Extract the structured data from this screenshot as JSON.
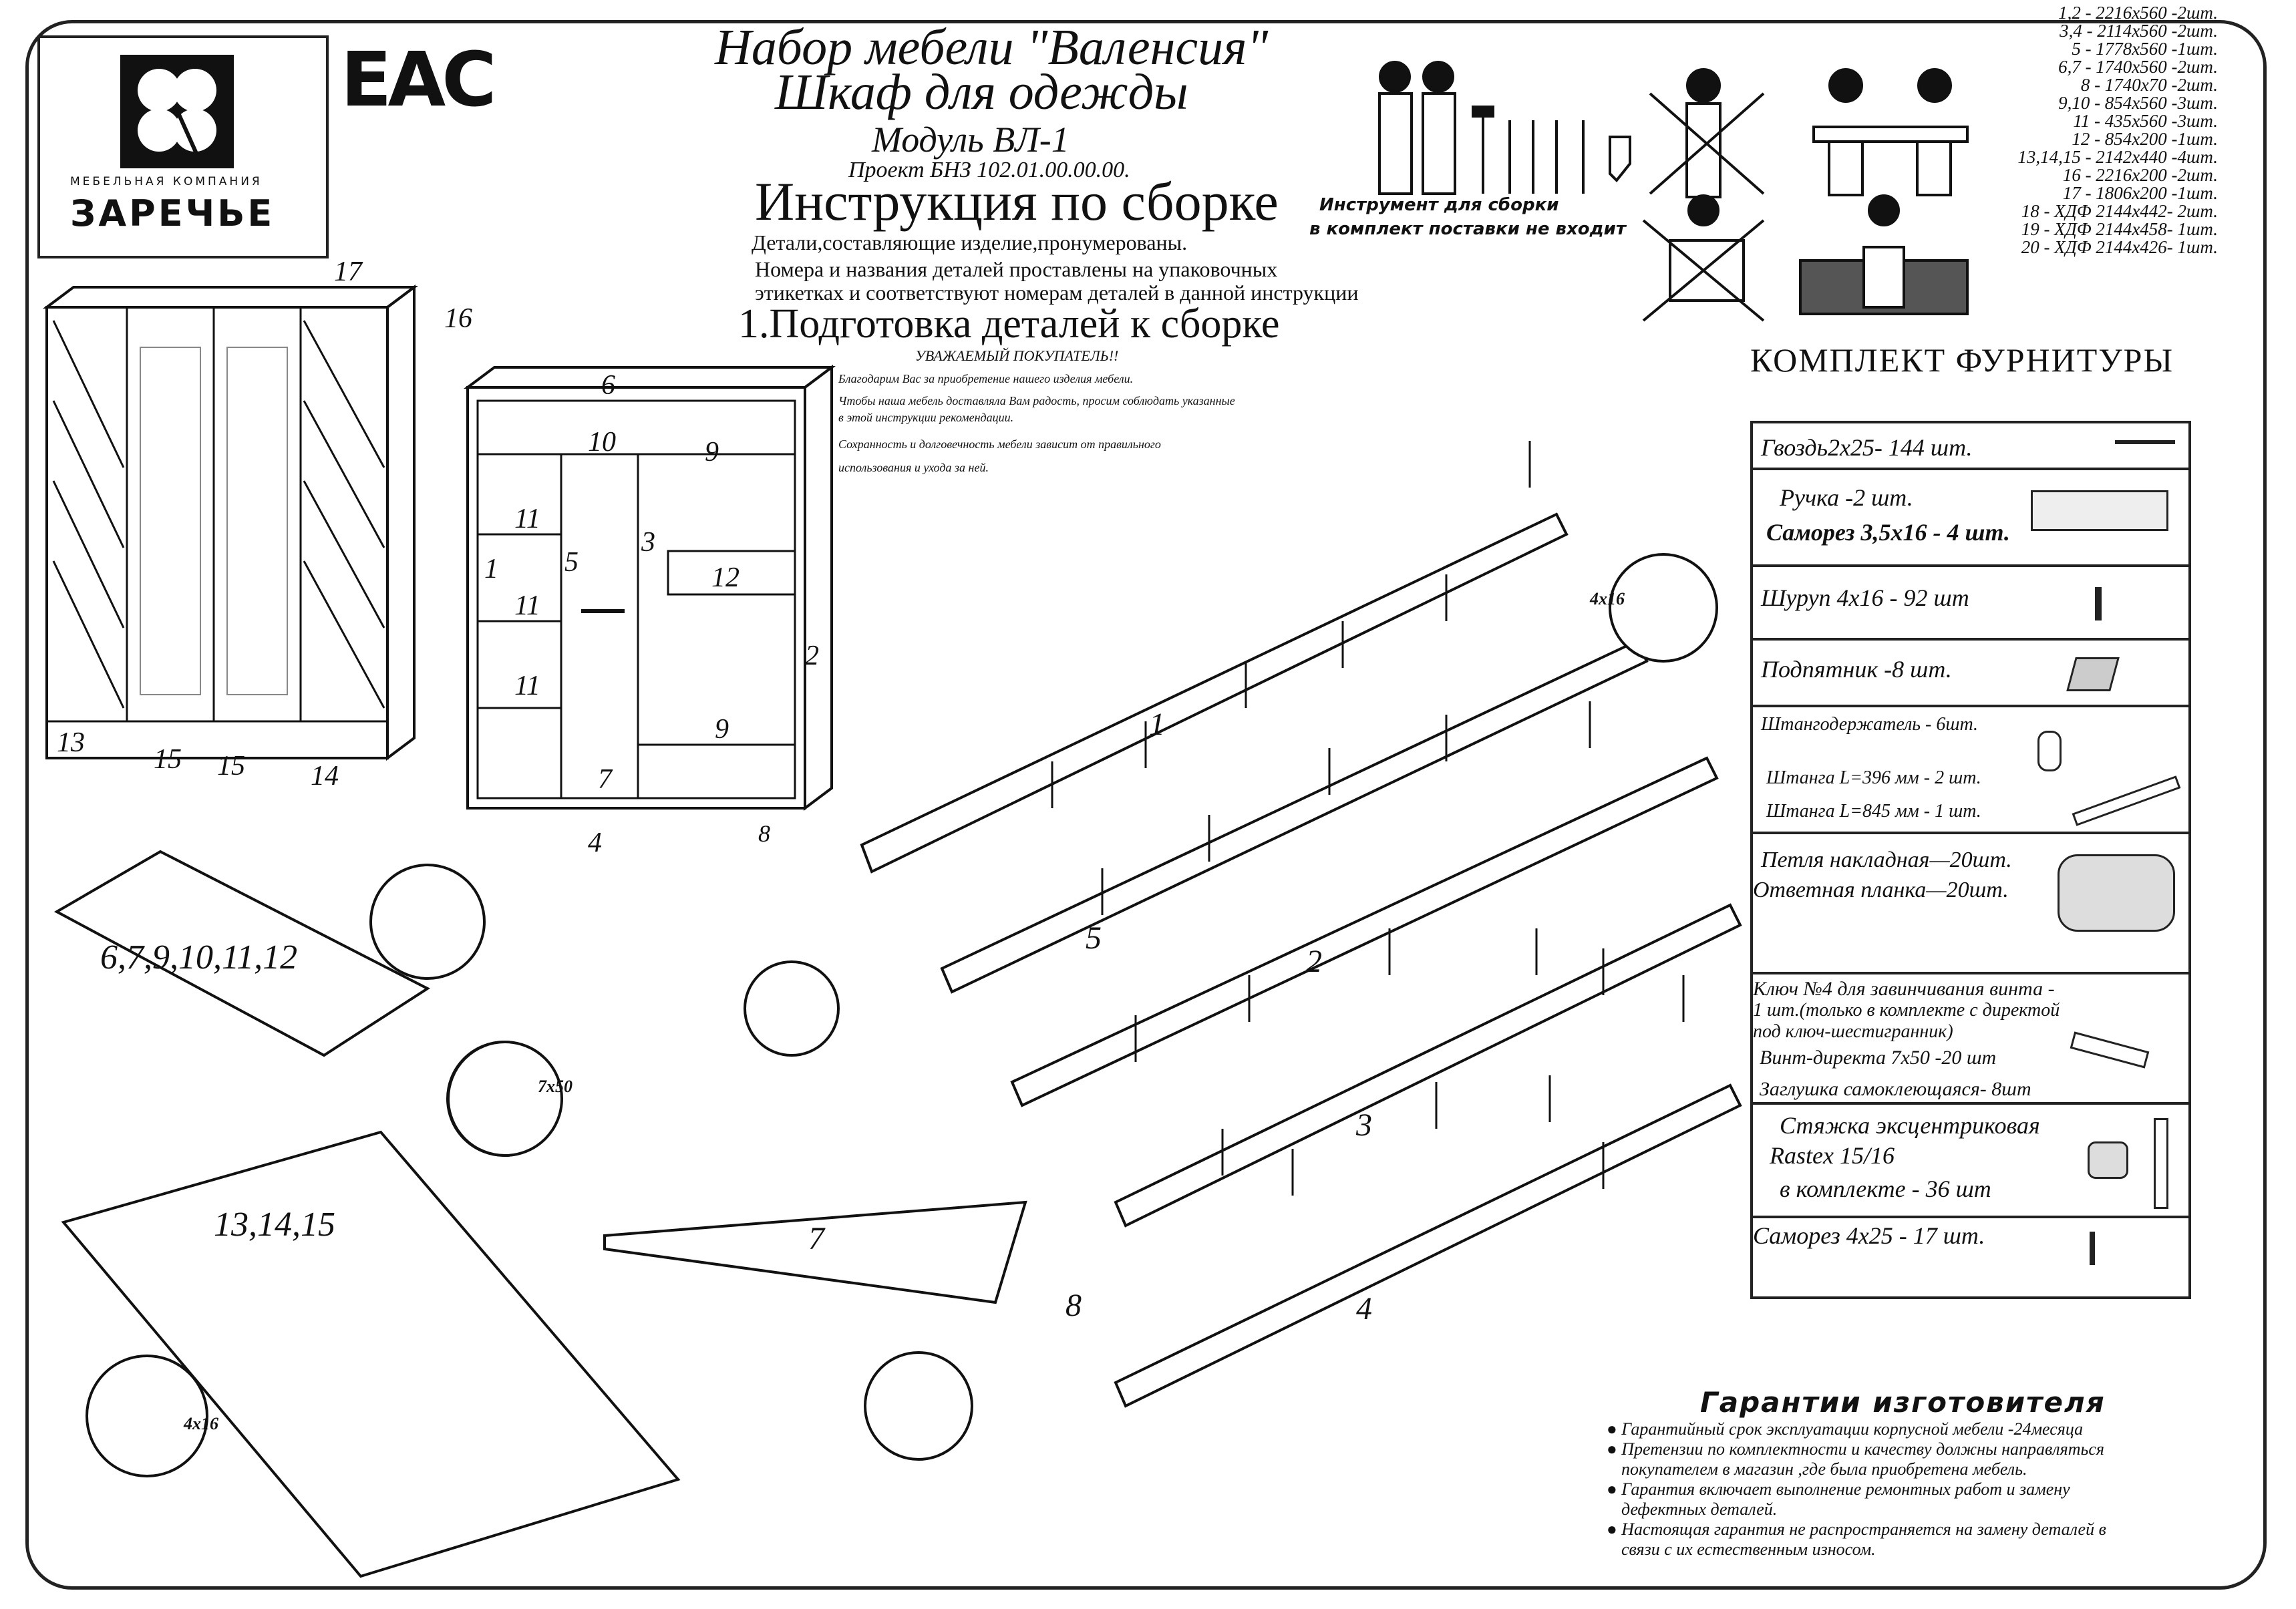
{
  "header": {
    "title_line1": "Набор мебели \"Валенсия\"",
    "title_line2": "Шкаф для одежды",
    "module": "Модуль  ВЛ-1",
    "project": "Проект БНЗ 102.01.00.00.00.",
    "instruction_title": "Инструкция по сборке",
    "desc_line1": "Детали,составляющие изделие,пронумерованы.",
    "desc_line2": "Номера и названия деталей проставлены на упаковочных",
    "desc_line3": "этикетках и соответствуют номерам деталей в данной инструкции",
    "section_title": "1.Подготовка деталей к сборке",
    "customer_heading": "УВАЖАЕМЫЙ  ПОКУПАТЕЛЬ!!",
    "customer_line1": "Благодарим Вас за приобретение нашего изделия мебели.",
    "customer_line2": "Чтобы наша мебель доставляла  Вам радость, просим соблюдать указанные",
    "customer_line3": "в этой инструкции  рекомендации.",
    "customer_line4": "Сохранность и долговечность мебели зависит от правильного",
    "customer_line5": "использования и ухода за ней."
  },
  "logo": {
    "company_small": "МЕБЕЛЬНАЯ КОМПАНИЯ",
    "company_name": "ЗАРЕЧЬЕ",
    "certification_mark": "EAC"
  },
  "tools": {
    "label_line1": "Инструмент для сборки",
    "label_line2": "в комплект поставки не входит"
  },
  "parts_list": [
    "1,2 - 2216х560 -2шт.",
    "3,4 - 2114х560 -2шт.",
    "5 - 1778х560 -1шт.",
    "6,7 - 1740х560 -2шт.",
    "8 - 1740х70 -2шт.",
    "9,10 - 854х560 -3шт.",
    "11 - 435х560 -3шт.",
    "12 - 854х200 -1шт.",
    "13,14,15 - 2142х440 -4шт.",
    "16 - 2216х200 -2шт.",
    "17 - 1806х200 -1шт.",
    "18 - ХДФ 2144х442- 2шт.",
    "19 - ХДФ 2144х458- 1шт.",
    "20 - ХДФ 2144х426- 1шт."
  ],
  "hardware": {
    "title": "КОМПЛЕКТ  ФУРНИТУРЫ",
    "items": [
      {
        "line1": "Гвоздь2х25- 144 шт.",
        "line2": ""
      },
      {
        "line1": "Ручка  -2 шт.",
        "line2": "Саморез 3,5х16 - 4 шт."
      },
      {
        "line1": "Шуруп 4х16 - 92 шт",
        "line2": ""
      },
      {
        "line1": "Подпятник -8 шт.",
        "line2": ""
      },
      {
        "line1": "Штангодержатель - 6шт.",
        "line2": "Штанга L=396 мм - 2 шт.",
        "line3": "Штанга L=845 мм - 1 шт."
      },
      {
        "line1": "Петля  накладная—20шт.",
        "line2": "Ответная  планка—20шт."
      },
      {
        "line1": "Ключ №4 для завинчивания винта -",
        "line2": "1 шт.(только в комплекте с директой",
        "line3": "под ключ-шестигранник)",
        "line4": "Винт-директа 7х50 -20 шт",
        "line5": "Заглушка самоклеющаяся- 8шт"
      },
      {
        "line1": "Стяжка эксцентриковая",
        "line2": "Rastex 15/16",
        "line3": "в комплекте - 36 шт"
      },
      {
        "line1": "Саморез 4х25 - 17 шт.",
        "line2": ""
      }
    ]
  },
  "diagram_labels": {
    "front": [
      "17",
      "16",
      "13",
      "15",
      "15",
      "14"
    ],
    "inner": [
      "6",
      "10",
      "9",
      "11",
      "1",
      "5",
      "3",
      "11",
      "12",
      "11",
      "2",
      "9",
      "7",
      "4",
      "8"
    ],
    "panels": [
      "1",
      "5",
      "2",
      "3",
      "4",
      "7",
      "8"
    ],
    "group_a": "6,7,9,10,11,12",
    "group_b": "13,14,15",
    "screw_a": "4х16",
    "screw_b": "7х50",
    "screw_c": "4х16"
  },
  "warranty": {
    "title": "Гарантии  изготовителя",
    "items": [
      "Гарантийный срок эксплуатации корпусной мебели -24месяца",
      "Претензии по комплектности и качеству должны направляться",
      "покупателем в магазин ,где была приобретена мебель.",
      "Гарантия включает выполнение  ремонтных работ и замену",
      "дефектных деталей.",
      "Настоящая гарантия не распространяется на замену деталей в",
      "связи с их естественным износом."
    ]
  }
}
